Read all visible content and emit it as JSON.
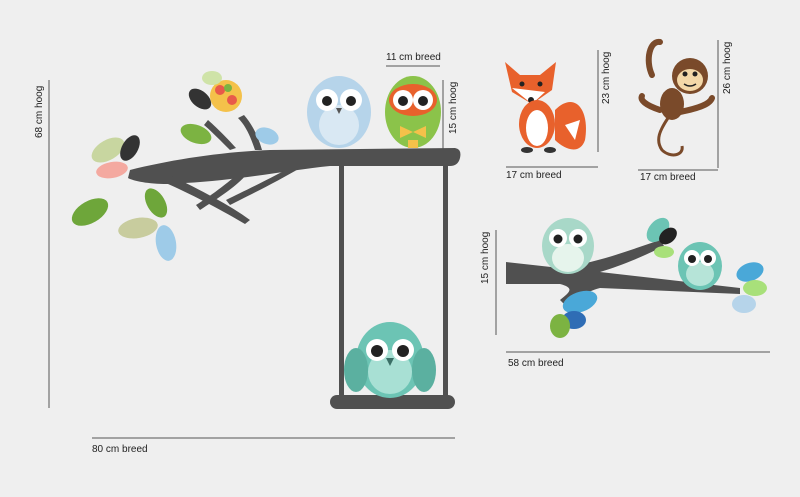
{
  "dimensions": {
    "main_height": "68 cm hoog",
    "main_width": "80 cm breed",
    "small_owl_width": "11 cm breed",
    "small_owl_height": "15 cm hoog",
    "fox_height": "23 cm hoog",
    "fox_width": "17 cm breed",
    "monkey_height": "26 cm hoog",
    "monkey_width": "17 cm breed",
    "branch_height": "15 cm hoog",
    "branch_width": "58 cm breed"
  },
  "colors": {
    "background": "#efefef",
    "branch": "#505050",
    "fox": "#e8612c",
    "monkey": "#7a4a2a",
    "owl_teal": "#6cc4b4",
    "owl_blue": "#b6d4ea",
    "owl_green": "#8bc34a",
    "leaf_green": "#7cb342",
    "leaf_blue": "#4aa8d8"
  },
  "icons": {
    "owl": "owl-illustration",
    "fox": "fox-illustration",
    "monkey": "monkey-illustration",
    "leaf": "leaf-icon",
    "flower": "flower-icon"
  }
}
